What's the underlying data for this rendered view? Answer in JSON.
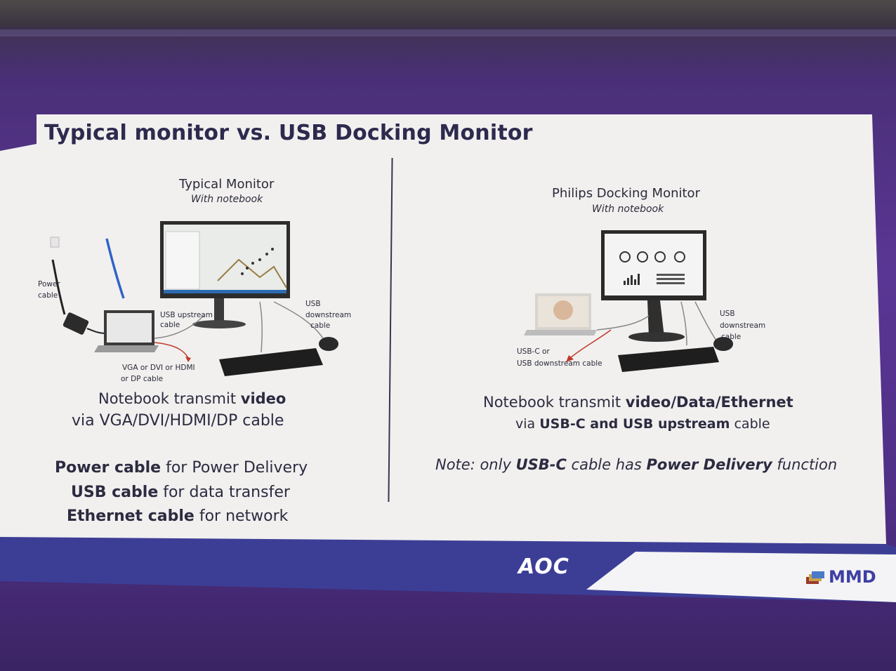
{
  "slide": {
    "title": "Typical monitor vs. USB Docking Monitor",
    "left": {
      "heading": "Typical Monitor",
      "subheading": "With notebook",
      "labels": {
        "power_cable_1": "Power",
        "power_cable_2": "cable",
        "usb_upstream_1": "USB upstream",
        "usb_upstream_2": "cable",
        "usb_downstream_1": "USB",
        "usb_downstream_2": "downstream",
        "usb_downstream_3": "cable",
        "video_cable_1": "VGA or DVI or HDMI",
        "video_cable_2": "or DP  cable"
      },
      "line1_pre": "Notebook transmit ",
      "line1_bold": "video",
      "line2": "via  VGA/DVI/HDMI/DP cable",
      "point1_bold": "Power cable",
      "point1_rest": " for Power Delivery",
      "point2_bold": "USB cable",
      "point2_rest": " for data transfer",
      "point3_bold": "Ethernet cable",
      "point3_rest": " for network"
    },
    "right": {
      "heading": "Philips Docking Monitor",
      "subheading": "With notebook",
      "labels": {
        "usbc_1": "USB-C or",
        "usbc_2": "USB  downstream cable",
        "usb_downstream_1": "USB",
        "usb_downstream_2": "downstream",
        "usb_downstream_3": "cable"
      },
      "line1_pre": "Notebook transmit ",
      "line1_bold": "video/Data/Ethernet",
      "line2_pre": "via  ",
      "line2_bold": "USB-C and USB upstream",
      "line2_post": " cable",
      "note_pre": "Note: only ",
      "note_bold1": "USB-C",
      "note_mid": " cable has ",
      "note_bold2": "Power Delivery",
      "note_post": " function"
    },
    "footer": {
      "brand_left": "AOC",
      "brand_right": "MMD"
    }
  }
}
